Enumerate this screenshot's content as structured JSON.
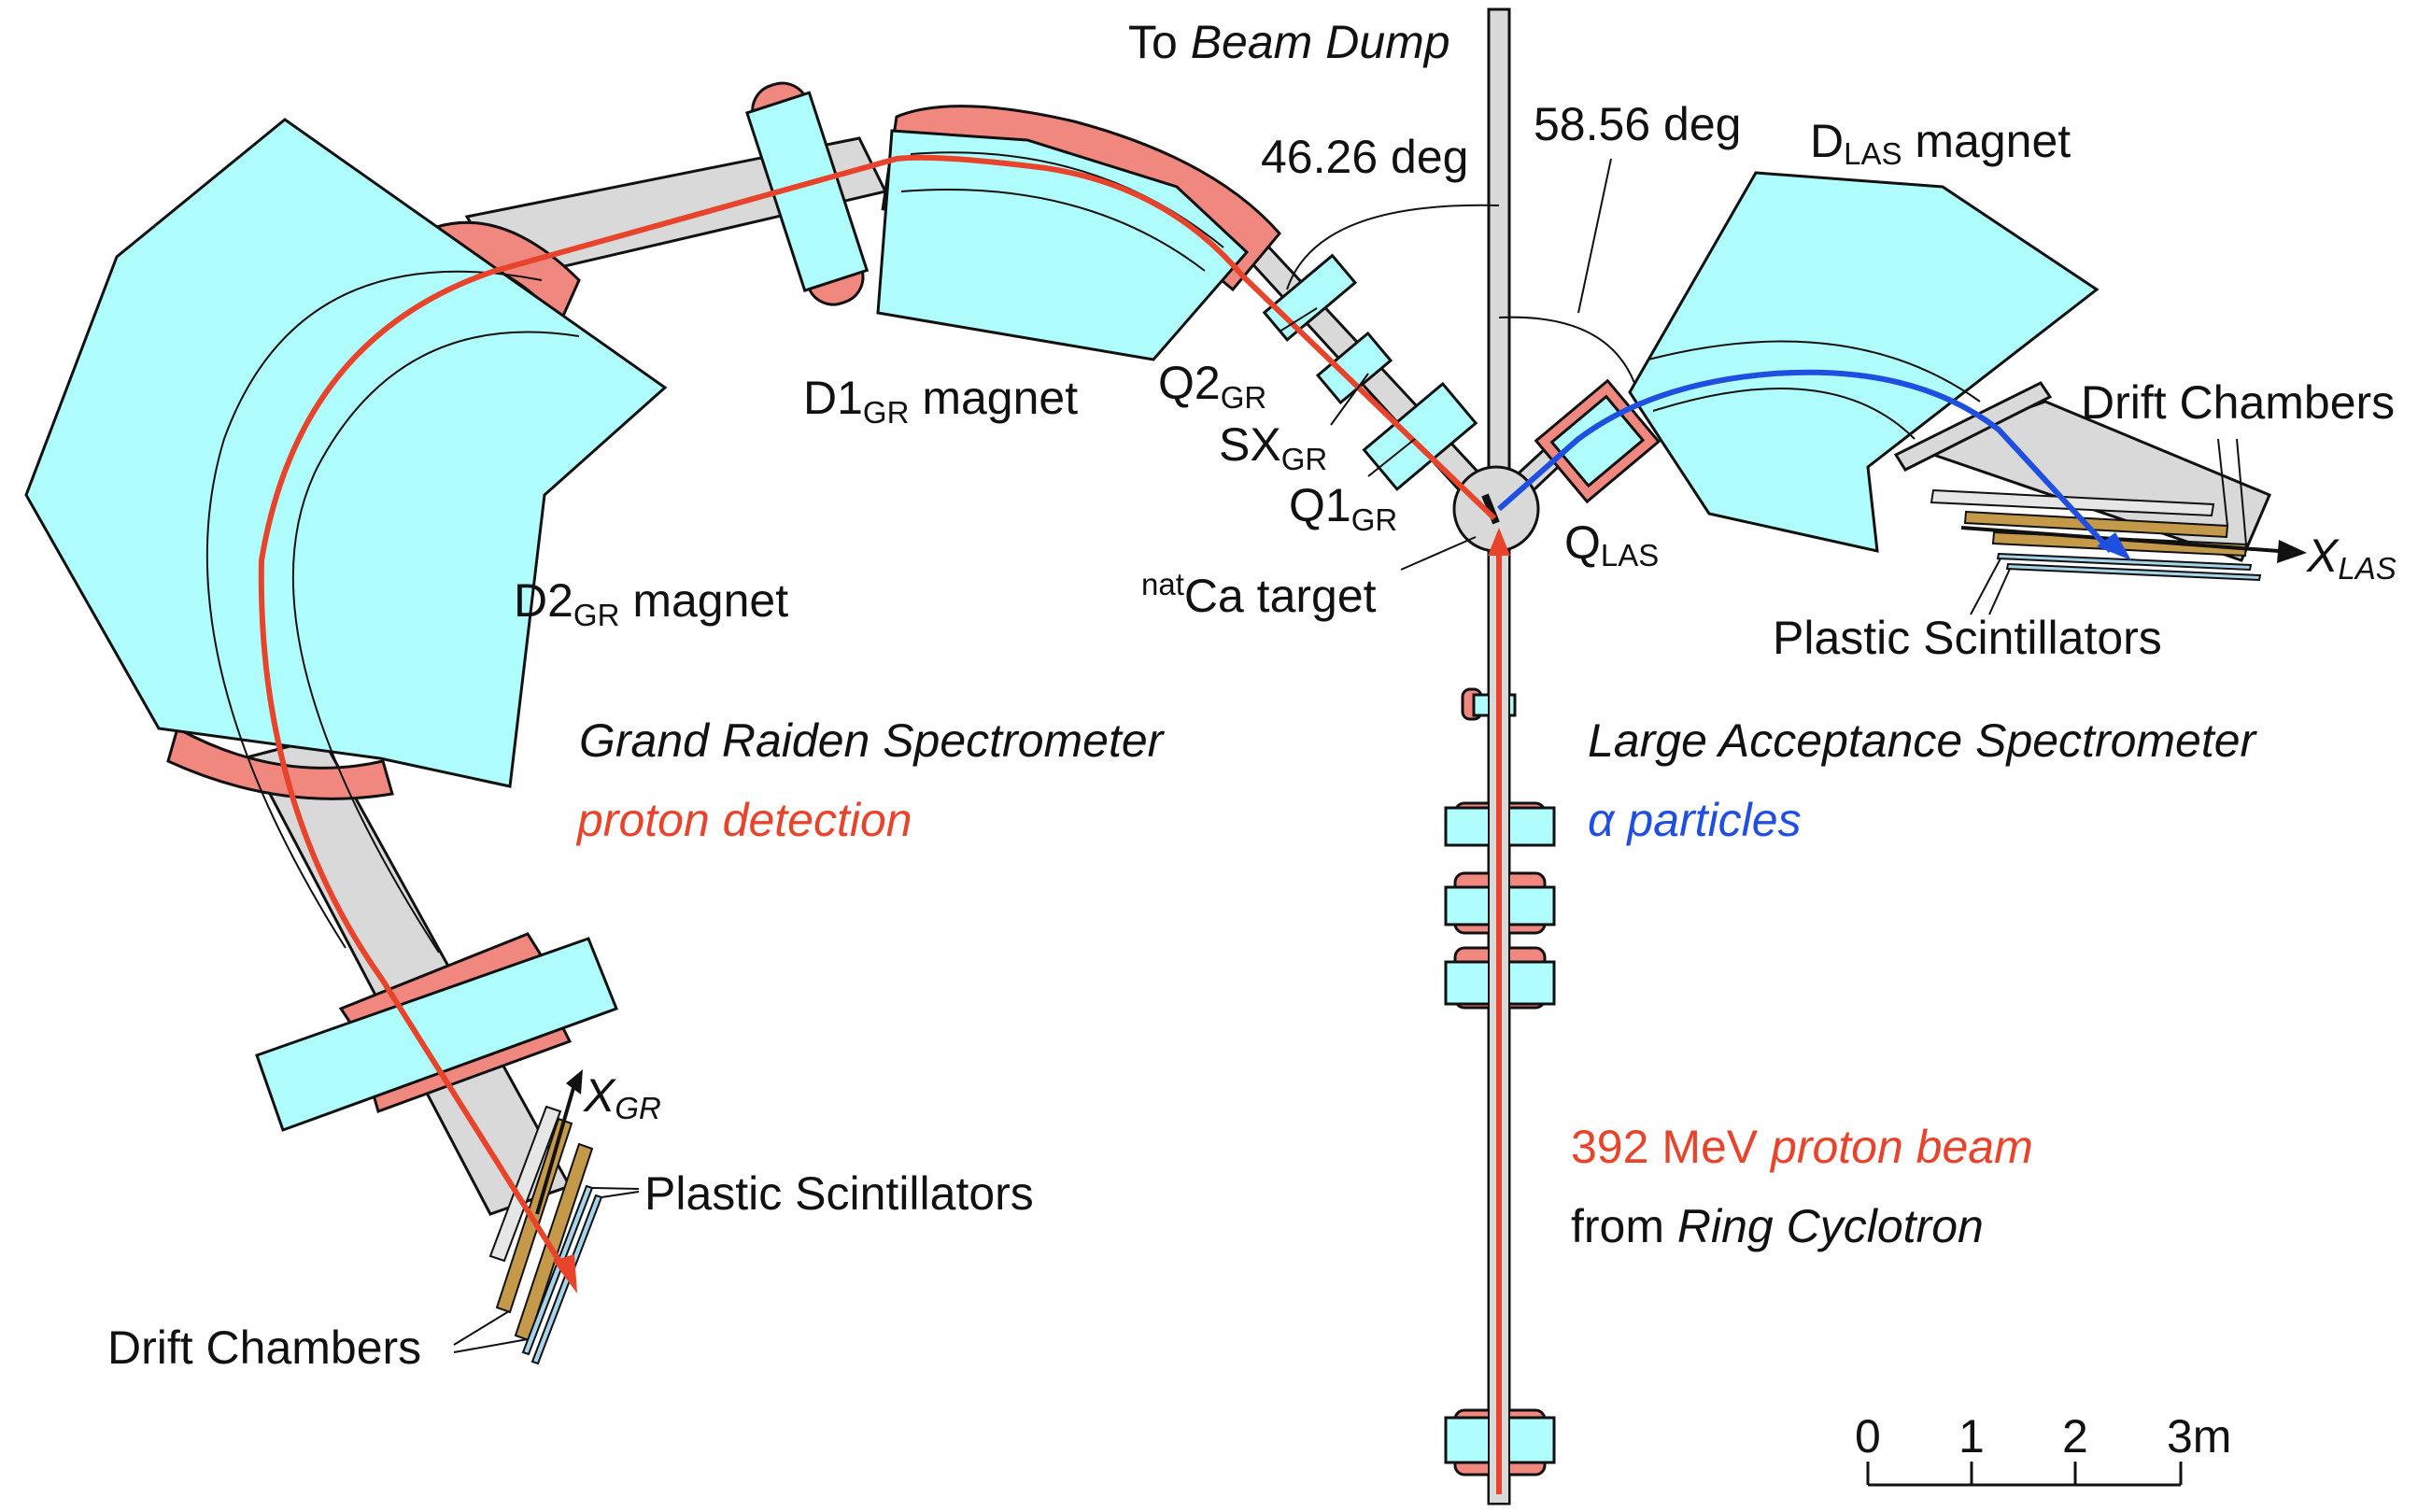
{
  "labels": {
    "beam_dump_prefix": "To ",
    "beam_dump_italic": "Beam Dump",
    "angle_gr": "46.26 deg",
    "angle_las": "58.56 deg",
    "dlas_d": "D",
    "dlas_sub": "LAS",
    "dlas_suffix": " magnet",
    "d1_main": "D1",
    "d1_sub": "GR",
    "d1_suffix": " magnet",
    "q2_main": "Q2",
    "q2_sub": "GR",
    "sx_main": "SX",
    "sx_sub": "GR",
    "q1_main": "Q1",
    "q1_sub": "GR",
    "qlas_main": "Q",
    "qlas_sub": "LAS",
    "target_sup": "nat",
    "target_main": "Ca target",
    "d2_main": "D2",
    "d2_sub": "GR",
    "d2_suffix": " magnet",
    "drift_las": "Drift Chambers",
    "xlas_main": "X",
    "xlas_sub": "LAS",
    "plastic_las": "Plastic Scintillators",
    "gr_spectrometer": "Grand Raiden Spectrometer",
    "gr_detection": "proton detection",
    "las_spectrometer": "Large Acceptance Spectrometer",
    "las_detection": "α particles",
    "xgr_main": "X",
    "xgr_sub": "GR",
    "plastic_gr": "Plastic Scintillators",
    "drift_gr": "Drift Chambers",
    "beam_energy": "392 MeV ",
    "beam_italic": "proton beam",
    "beam_from": "from ",
    "beam_source": "Ring Cyclotron",
    "scale_0": "0",
    "scale_1": "1",
    "scale_2": "2",
    "scale_3": "3m"
  },
  "colors": {
    "magnet_fill": "#b0fdfd",
    "coil_fill": "#f08880",
    "pipe_fill": "#d9d9d9",
    "proton_track": "#e8442c",
    "alpha_track": "#1f4fe0",
    "drift_chamber": "#c49a4a",
    "scintillator": "#a8d4ea"
  }
}
